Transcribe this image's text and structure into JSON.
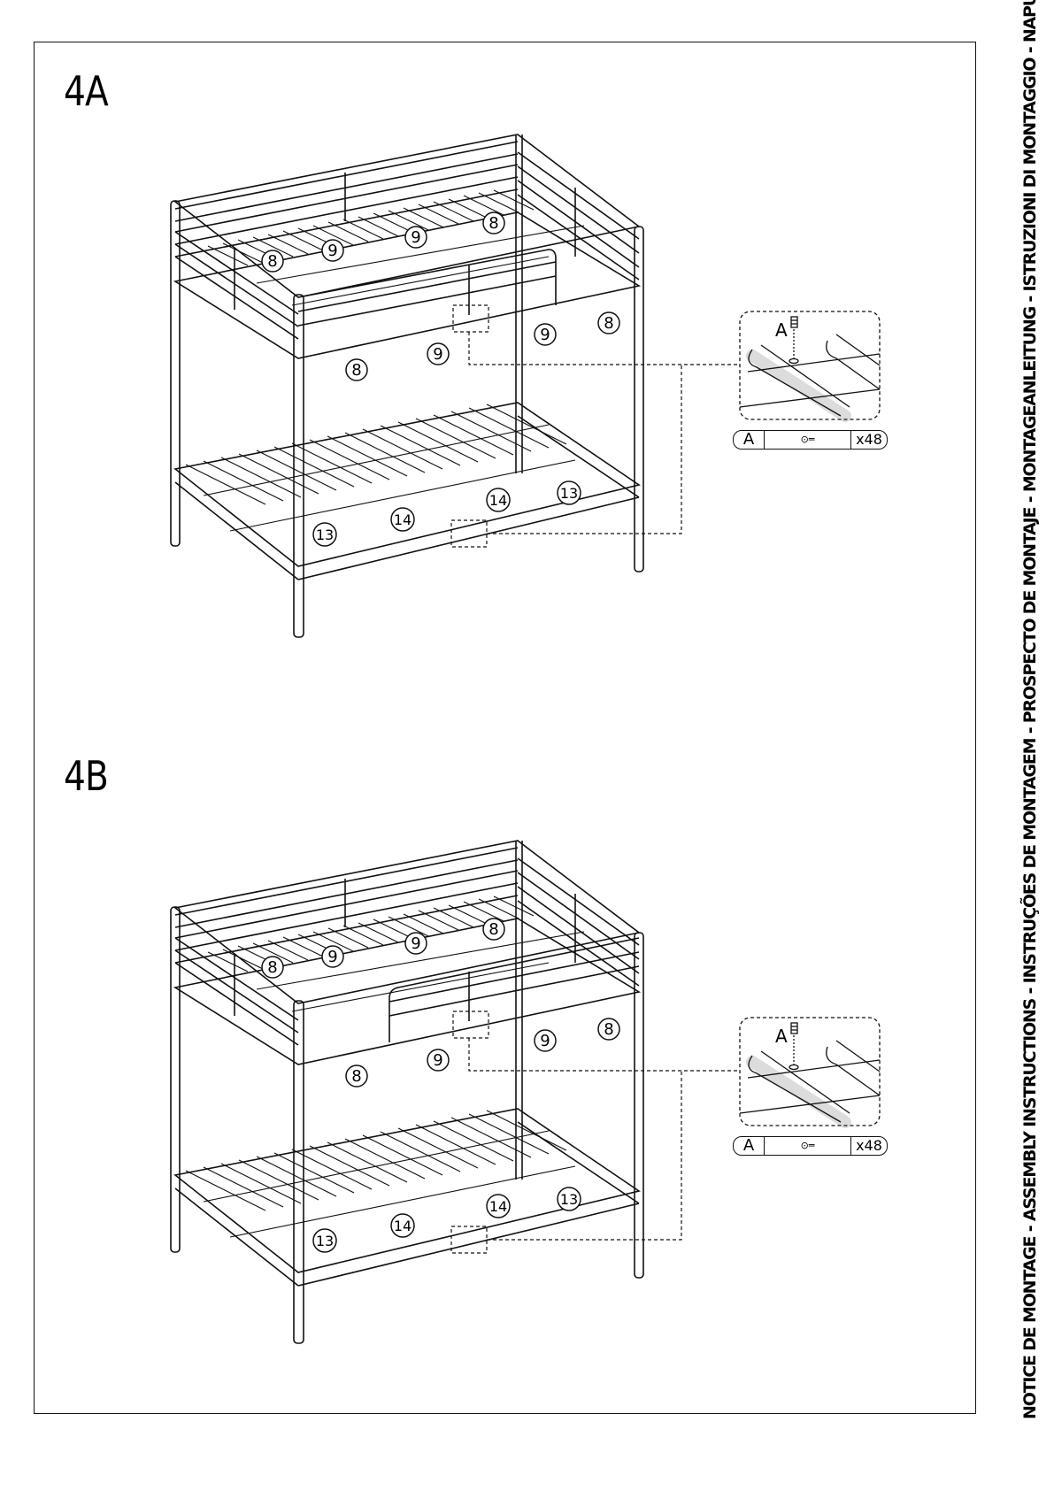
{
  "steps": [
    {
      "label": "4A",
      "top_part_labels": [
        "8",
        "9",
        "9",
        "8",
        "9",
        "8",
        "8",
        "9"
      ],
      "bottom_part_labels": [
        "13",
        "14",
        "14",
        "13"
      ],
      "detail": {
        "hardware_letter": "A",
        "quantity": "x48"
      }
    },
    {
      "label": "4B",
      "top_part_labels": [
        "8",
        "9",
        "9",
        "8",
        "9",
        "8",
        "8",
        "9"
      ],
      "bottom_part_labels": [
        "13",
        "14",
        "14",
        "13"
      ],
      "detail": {
        "hardware_letter": "A",
        "quantity": "x48"
      }
    }
  ],
  "side_title": "NOTICE DE MONTAGE - ASSEMBLY INSTRUCTIONS - INSTRUÇÕES DE MONTAGEM - PROSPECTO DE MONTAJE - MONTAGEANLEITUNG - ISTRUZIONI DI MONTAGGIO - NAPUTCI ZA MONTAŽU - MONTAJ TALİMATI",
  "colors": {
    "line": "#111111",
    "background": "#ffffff"
  }
}
